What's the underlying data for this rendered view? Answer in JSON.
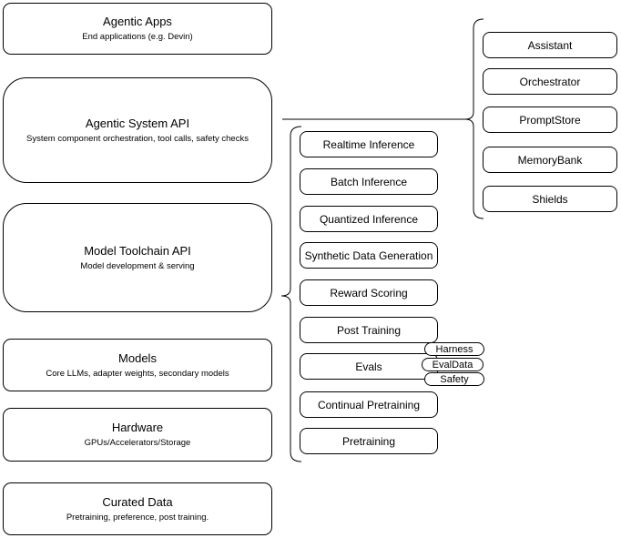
{
  "left_stack": [
    {
      "title": "Agentic Apps",
      "subtitle": "End applications (e.g. Devin)"
    },
    {
      "title": "Agentic System API",
      "subtitle": "System component orchestration, tool calls, safety checks"
    },
    {
      "title": "Model Toolchain API",
      "subtitle": "Model development & serving"
    },
    {
      "title": "Models",
      "subtitle": "Core LLMs, adapter weights, secondary models"
    },
    {
      "title": "Hardware",
      "subtitle": "GPUs/Accelerators/Storage"
    },
    {
      "title": "Curated Data",
      "subtitle": "Pretraining, preference, post training."
    }
  ],
  "toolchain_items": [
    "Realtime Inference",
    "Batch Inference",
    "Quantized Inference",
    "Synthetic Data Generation",
    "Reward Scoring",
    "Post Training",
    "Evals",
    "Continual Pretraining",
    "Pretraining"
  ],
  "eval_tags": [
    "Harness",
    "EvalData",
    "Safety"
  ],
  "system_components": [
    "Assistant",
    "Orchestrator",
    "PromptStore",
    "MemoryBank",
    "Shields"
  ],
  "colors": {
    "stroke": "#000000",
    "fill": "#ffffff",
    "text": "#000000",
    "background": "#ffffff"
  }
}
